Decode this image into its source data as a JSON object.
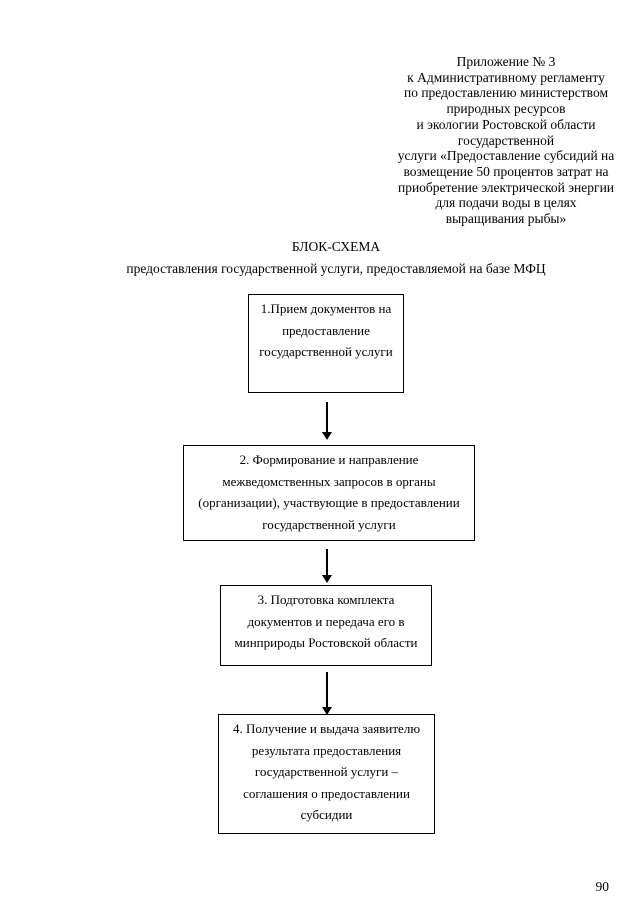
{
  "header": {
    "appendix_text": "Приложение № 3\nк Административному регламенту\nпо предоставлению министерством\nприродных ресурсов\nи экологии Ростовской области\nгосударственной\nуслуги «Предоставление субсидий на\nвозмещение 50 процентов затрат на\nприобретение электрической энергии\nдля подачи воды в целях\nвыращивания рыбы»"
  },
  "title": "БЛОК-СХЕМА",
  "subtitle": "предоставления государственной услуги, предоставляемой на базе МФЦ",
  "flowchart": {
    "boxes": [
      {
        "step": 1,
        "text": "1.Прием документов на\nпредоставление\nгосударственной услуги"
      },
      {
        "step": 2,
        "text": "2. Формирование и направление\nмежведомственных запросов в органы\n(организации), участвующие в предоставлении\nгосударственной услуги"
      },
      {
        "step": 3,
        "text": "3. Подготовка комплекта\nдокументов и передача его в\nминприроды Ростовской области"
      },
      {
        "step": 4,
        "text": "4. Получение и выдача заявителю\nрезультата предоставления\nгосударственной услуги –\nсоглашения о предоставлении\nсубсидии"
      }
    ]
  },
  "page": {
    "number": "90"
  },
  "colors": {
    "background": "#ffffff",
    "text": "#000000",
    "border": "#000000"
  }
}
